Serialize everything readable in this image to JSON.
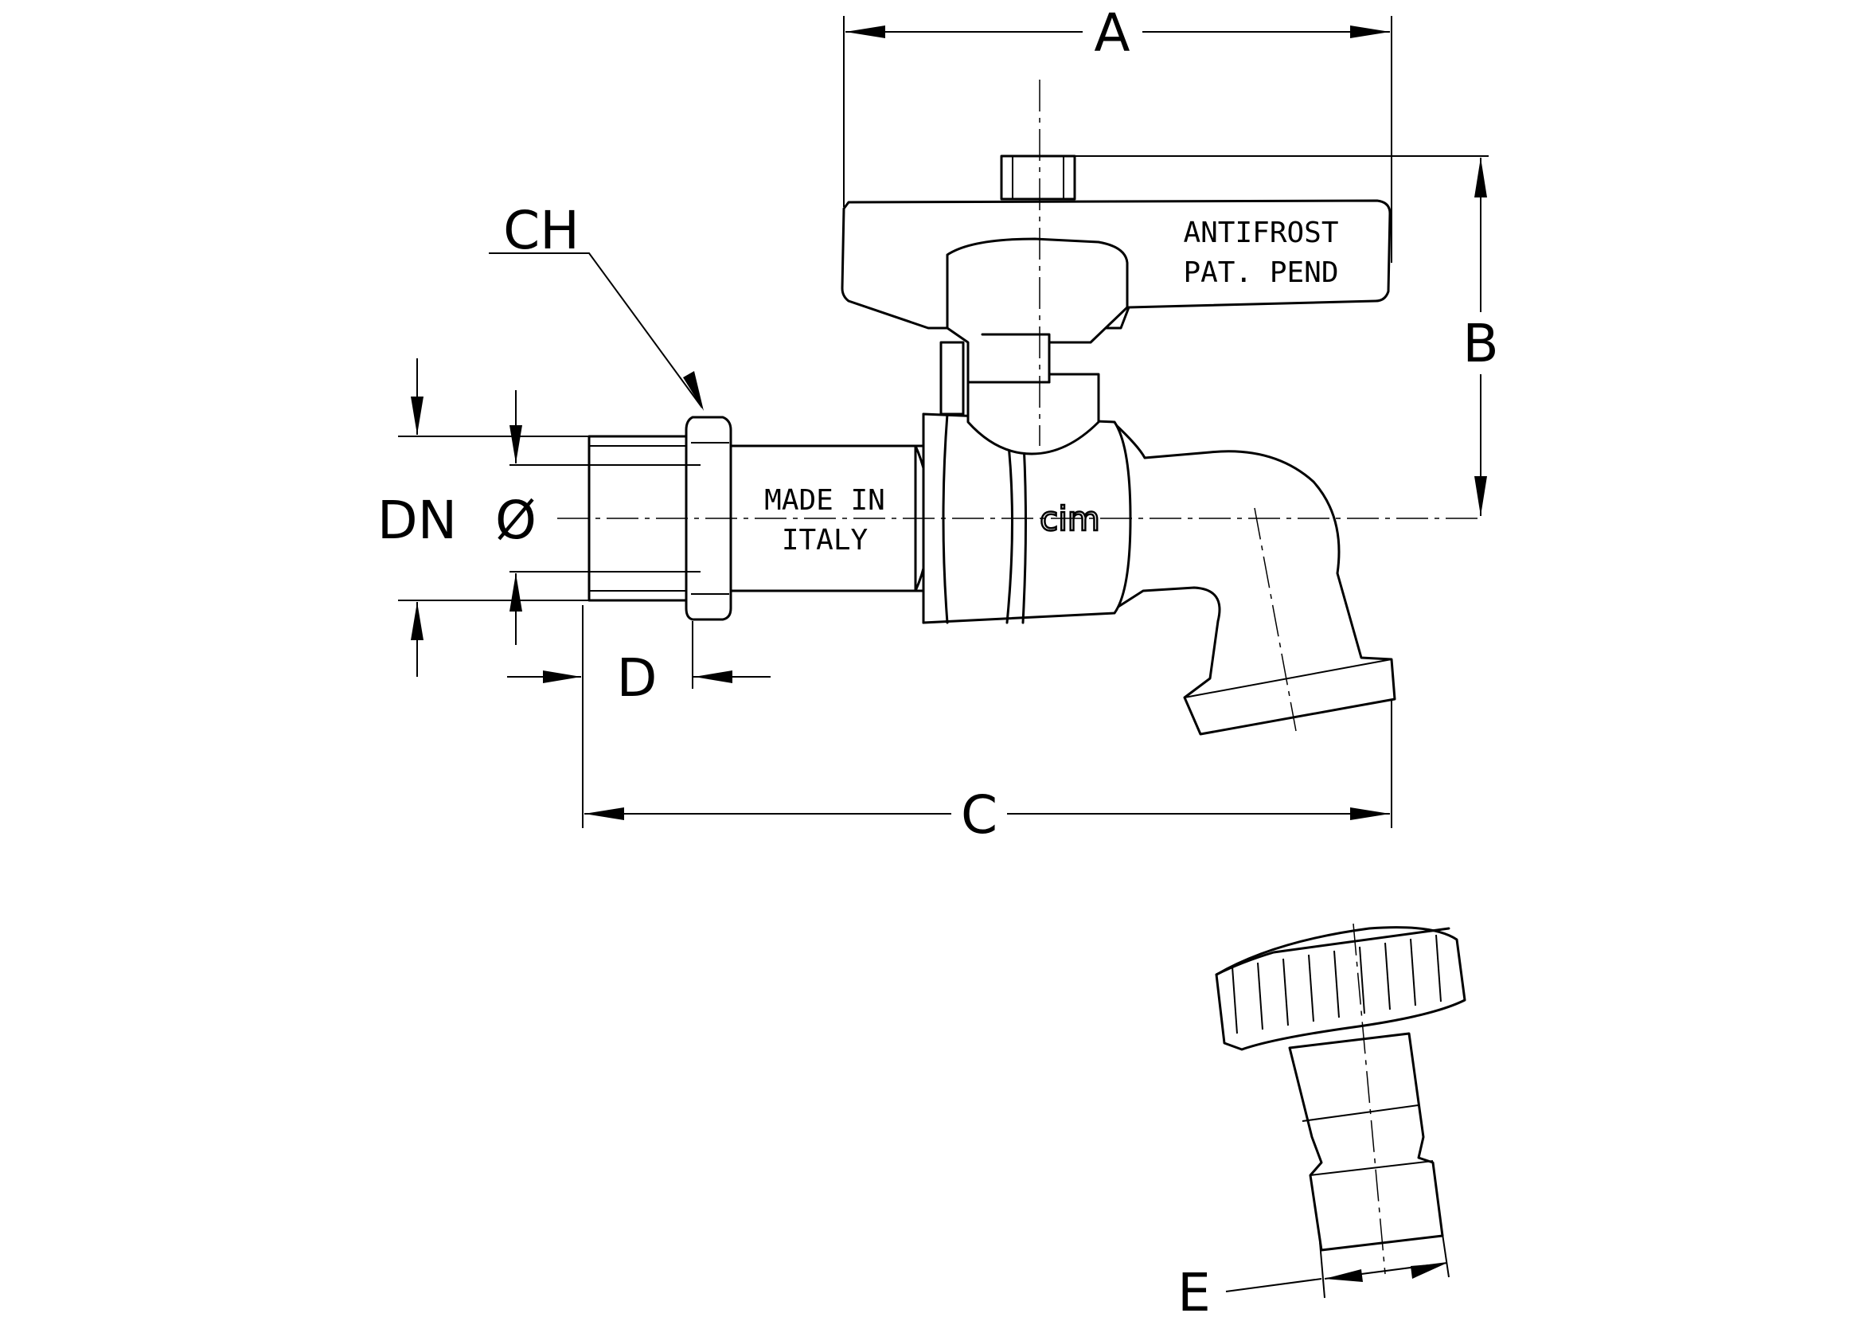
{
  "dimensions": {
    "A": "A",
    "B": "B",
    "C": "C",
    "D": "D",
    "E": "E",
    "CH": "CH",
    "DN": "DN",
    "diameter": "Ø"
  },
  "markings": {
    "handle_line1": "ANTIFROST",
    "handle_line2": "PAT. PEND",
    "pipe_line1": "MADE IN",
    "pipe_line2": "ITALY",
    "logo": "cim"
  }
}
